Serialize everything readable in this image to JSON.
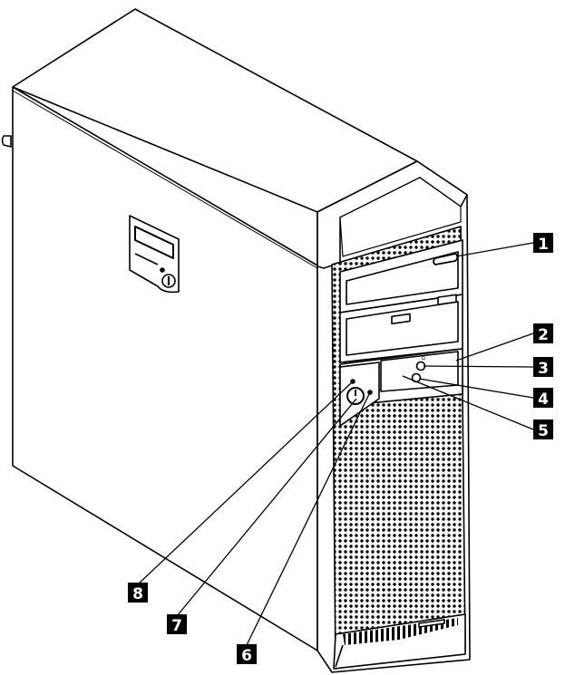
{
  "diagram": {
    "subject": "desktop tower computer, front-left view",
    "line_color": "#000000",
    "fill_color": "#ffffff",
    "callout_fill": "#000000",
    "callout_text_color": "#ffffff",
    "callouts": [
      {
        "id": "c1",
        "label": "1"
      },
      {
        "id": "c2",
        "label": "2"
      },
      {
        "id": "c3",
        "label": "3"
      },
      {
        "id": "c4",
        "label": "4"
      },
      {
        "id": "c5",
        "label": "5"
      },
      {
        "id": "c6",
        "label": "6"
      },
      {
        "id": "c7",
        "label": "7"
      },
      {
        "id": "c8",
        "label": "8"
      }
    ]
  }
}
